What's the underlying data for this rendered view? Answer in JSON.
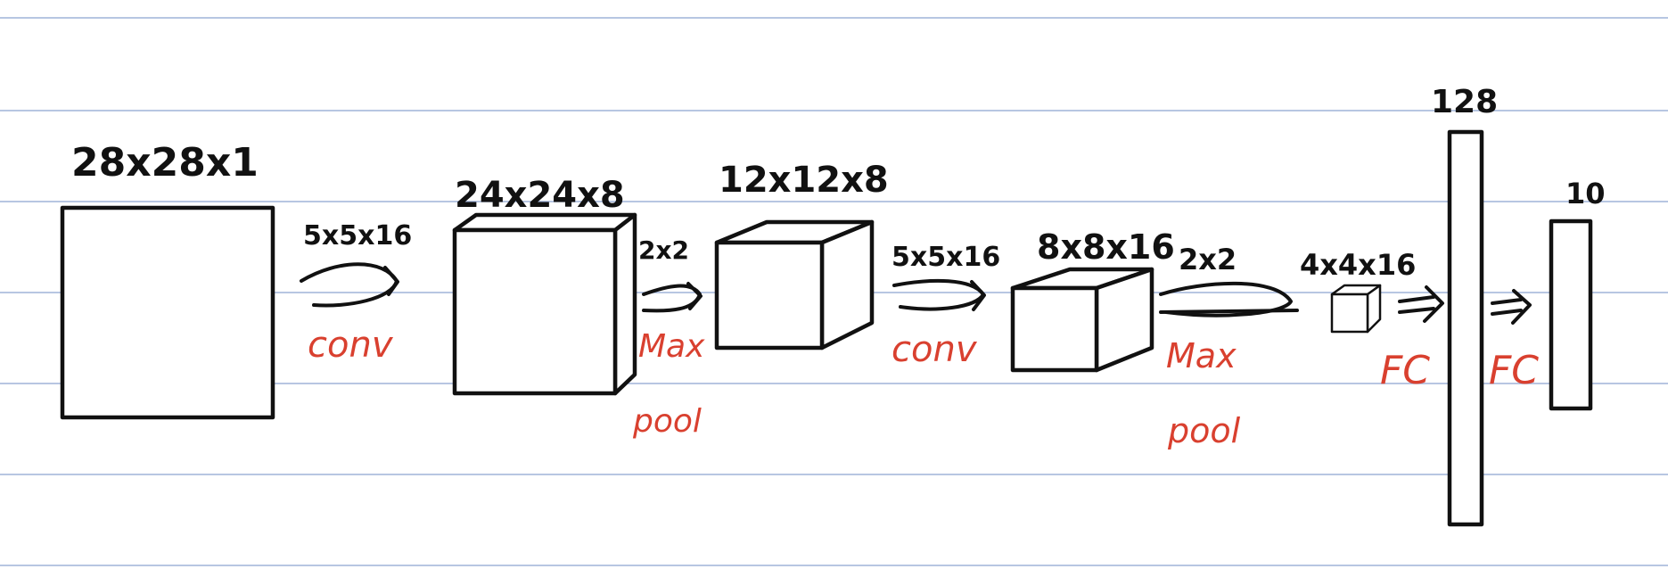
{
  "colors": {
    "ink": "#111111",
    "annotation": "#d9402f",
    "paper_rule": "#9fb3d9",
    "background": "#ffffff"
  },
  "diagram": {
    "shapes": [
      {
        "id": "input",
        "label": "28x28x1"
      },
      {
        "id": "conv1-output",
        "label": "24x24x8"
      },
      {
        "id": "pool1-output",
        "label": "12x12x8"
      },
      {
        "id": "conv2-output",
        "label": "8x8x16"
      },
      {
        "id": "pool2-output",
        "label": "4x4x16"
      },
      {
        "id": "fc1-output",
        "label": "128"
      },
      {
        "id": "fc2-output",
        "label": "10"
      }
    ],
    "operations": [
      {
        "id": "op-conv1",
        "kernel": "5x5x16",
        "name": "conv"
      },
      {
        "id": "op-pool1",
        "kernel": "2x2",
        "name_line1": "Max",
        "name_line2": "pool"
      },
      {
        "id": "op-conv2",
        "kernel": "5x5x16",
        "name": "conv"
      },
      {
        "id": "op-pool2",
        "kernel": "2x2",
        "name_line1": "Max",
        "name_line2": "pool"
      },
      {
        "id": "op-fc1",
        "name": "FC"
      },
      {
        "id": "op-fc2",
        "name": "FC"
      }
    ]
  }
}
